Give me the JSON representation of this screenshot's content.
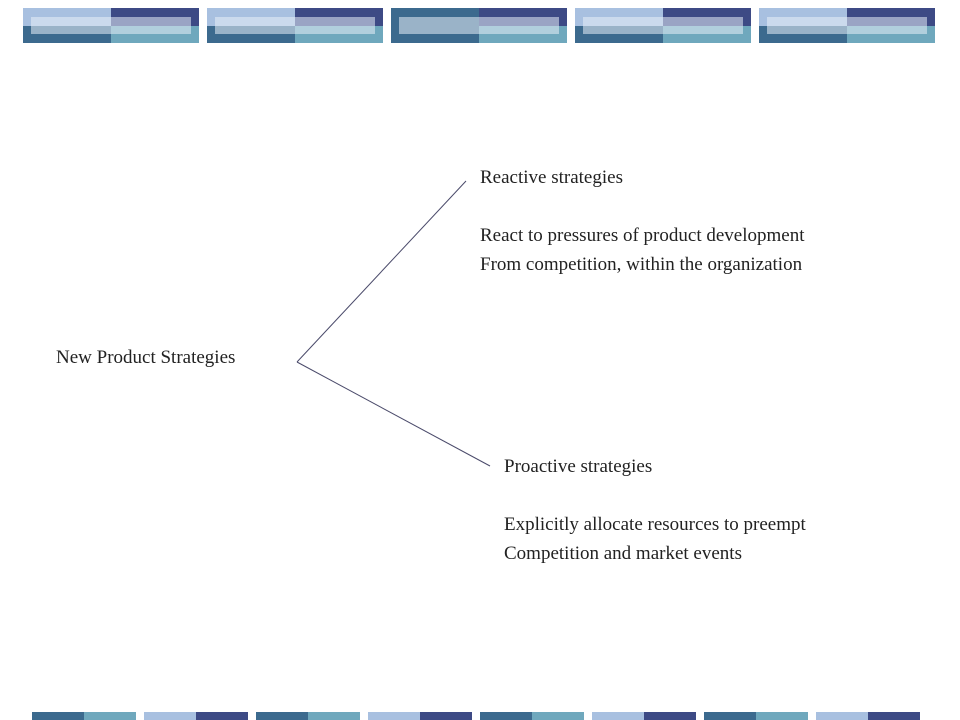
{
  "theme": {
    "colors": {
      "navy": "#3d4a85",
      "slate_blue": "#3c6a8e",
      "teal": "#6fa8bd",
      "light_blue": "#a8c0e0",
      "lavender": "#9c9ccf",
      "line": "#4a4a6a"
    }
  },
  "diagram": {
    "root": "New Product Strategies",
    "branches": [
      {
        "title": "Reactive strategies",
        "lines": [
          "React to pressures of product development",
          "From competition, within the organization"
        ]
      },
      {
        "title": "Proactive strategies",
        "lines": [
          "Explicitly allocate resources to preempt",
          "Competition and market events"
        ]
      }
    ]
  }
}
